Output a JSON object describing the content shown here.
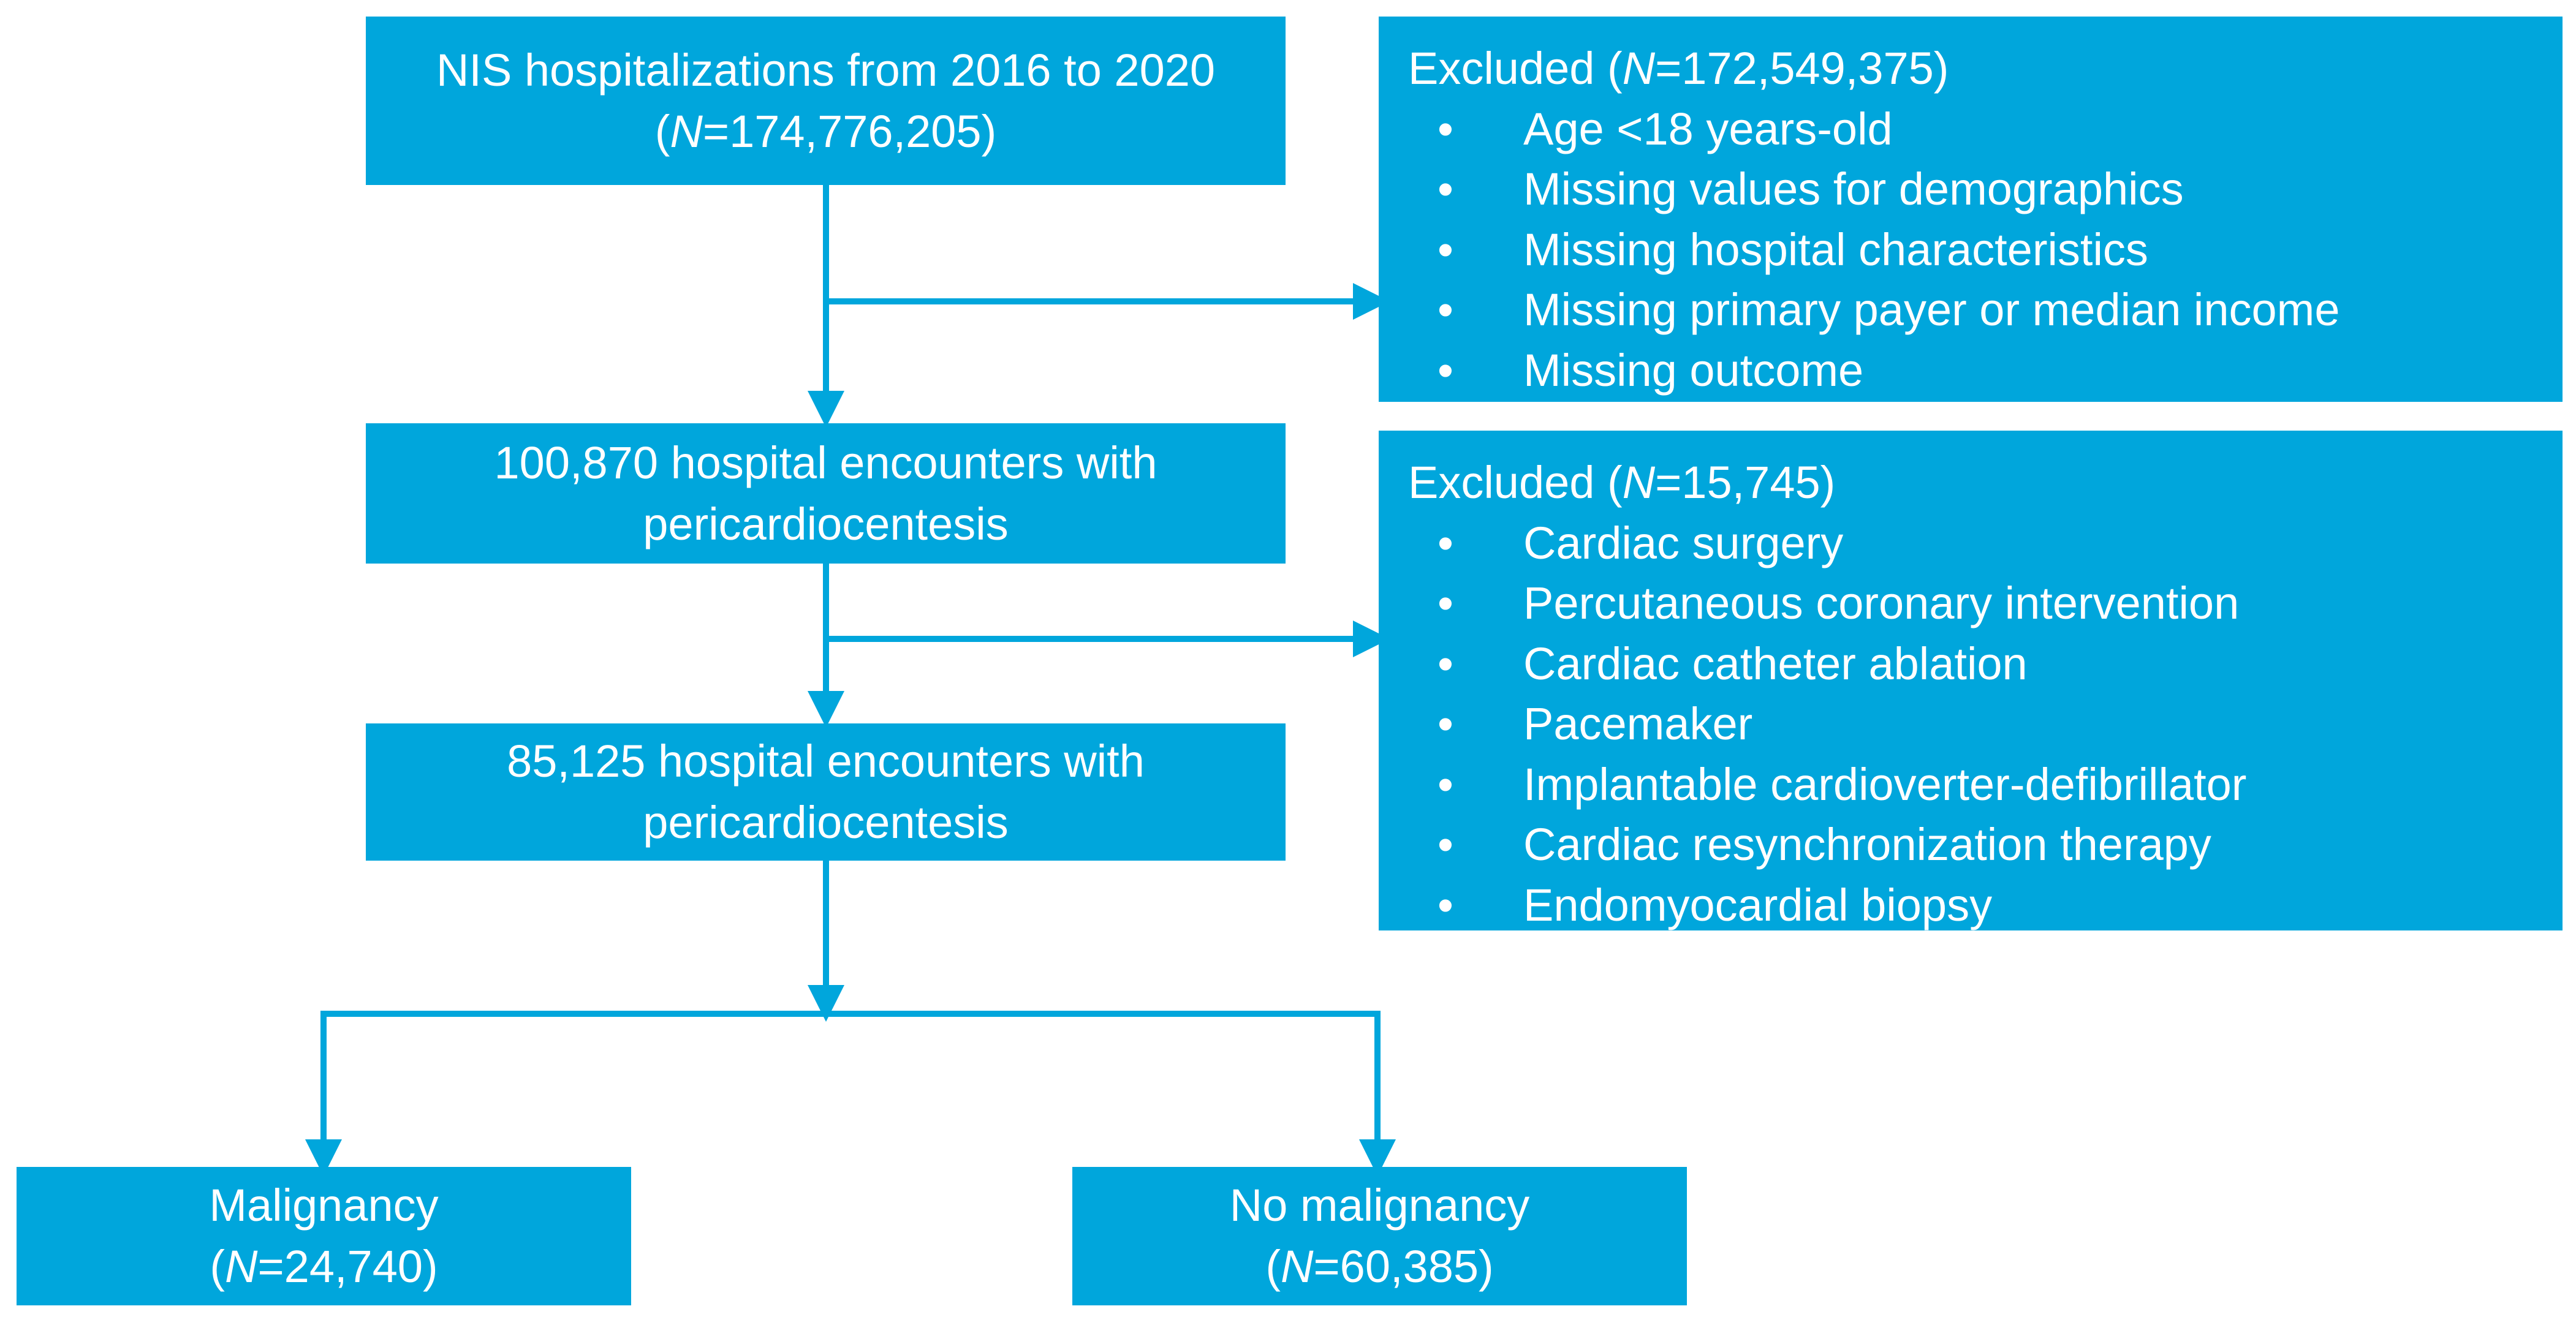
{
  "colors": {
    "box_fill": "#00a6dc",
    "box_text": "#ffffff",
    "connector": "#00a6dc"
  },
  "nodes": {
    "start": {
      "line1": "NIS hospitalizations from 2016 to 2020",
      "n_prefix": "(",
      "n_label": "N",
      "n_value": "=174,776,205)"
    },
    "step2": {
      "line1": "100,870 hospital encounters with",
      "line2": "pericardiocentesis"
    },
    "step3": {
      "line1": "85,125 hospital encounters with",
      "line2": "pericardiocentesis"
    },
    "malignancy": {
      "line1": "Malignancy",
      "n_prefix": "(",
      "n_label": "N",
      "n_value": "=24,740)"
    },
    "no_malignancy": {
      "line1": "No malignancy",
      "n_prefix": "(",
      "n_label": "N",
      "n_value": "=60,385)"
    }
  },
  "exclusions": [
    {
      "title_prefix": "Excluded (",
      "n_label": "N",
      "n_value": "=172,549,375)",
      "items": [
        "Age <18 years-old",
        "Missing values for demographics",
        "Missing hospital characteristics",
        "Missing primary payer or median income",
        "Missing outcome"
      ]
    },
    {
      "title_prefix": "Excluded (",
      "n_label": "N",
      "n_value": "=15,745)",
      "items": [
        "Cardiac surgery",
        "Percutaneous coronary intervention",
        "Cardiac catheter ablation",
        "Pacemaker",
        "Implantable cardioverter-defibrillator",
        "Cardiac resynchronization therapy",
        "Endomyocardial biopsy"
      ]
    }
  ]
}
